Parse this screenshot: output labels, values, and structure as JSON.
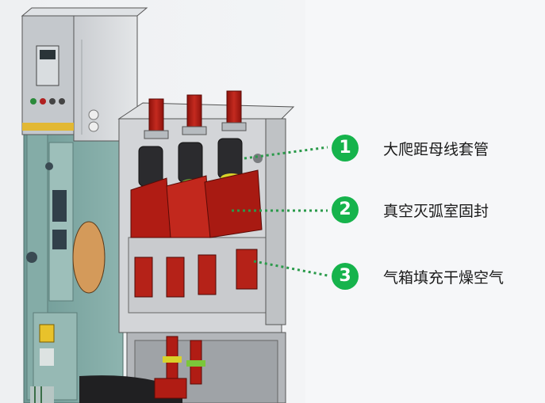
{
  "callouts": [
    {
      "number": "1",
      "label": "大爬距母线套管"
    },
    {
      "number": "2",
      "label": "真空灭弧室固封"
    },
    {
      "number": "3",
      "label": "气箱填充干燥空气"
    }
  ],
  "colors": {
    "badge": "#16b34c",
    "leader": "#2a9a4a",
    "cabinet": "#7fa8a3",
    "insulator_red": "#b01c14",
    "steel": "#d4d6d8"
  },
  "icons": {
    "badge": "numbered-green-circle",
    "bushing": "busbar-bushing-icon"
  }
}
